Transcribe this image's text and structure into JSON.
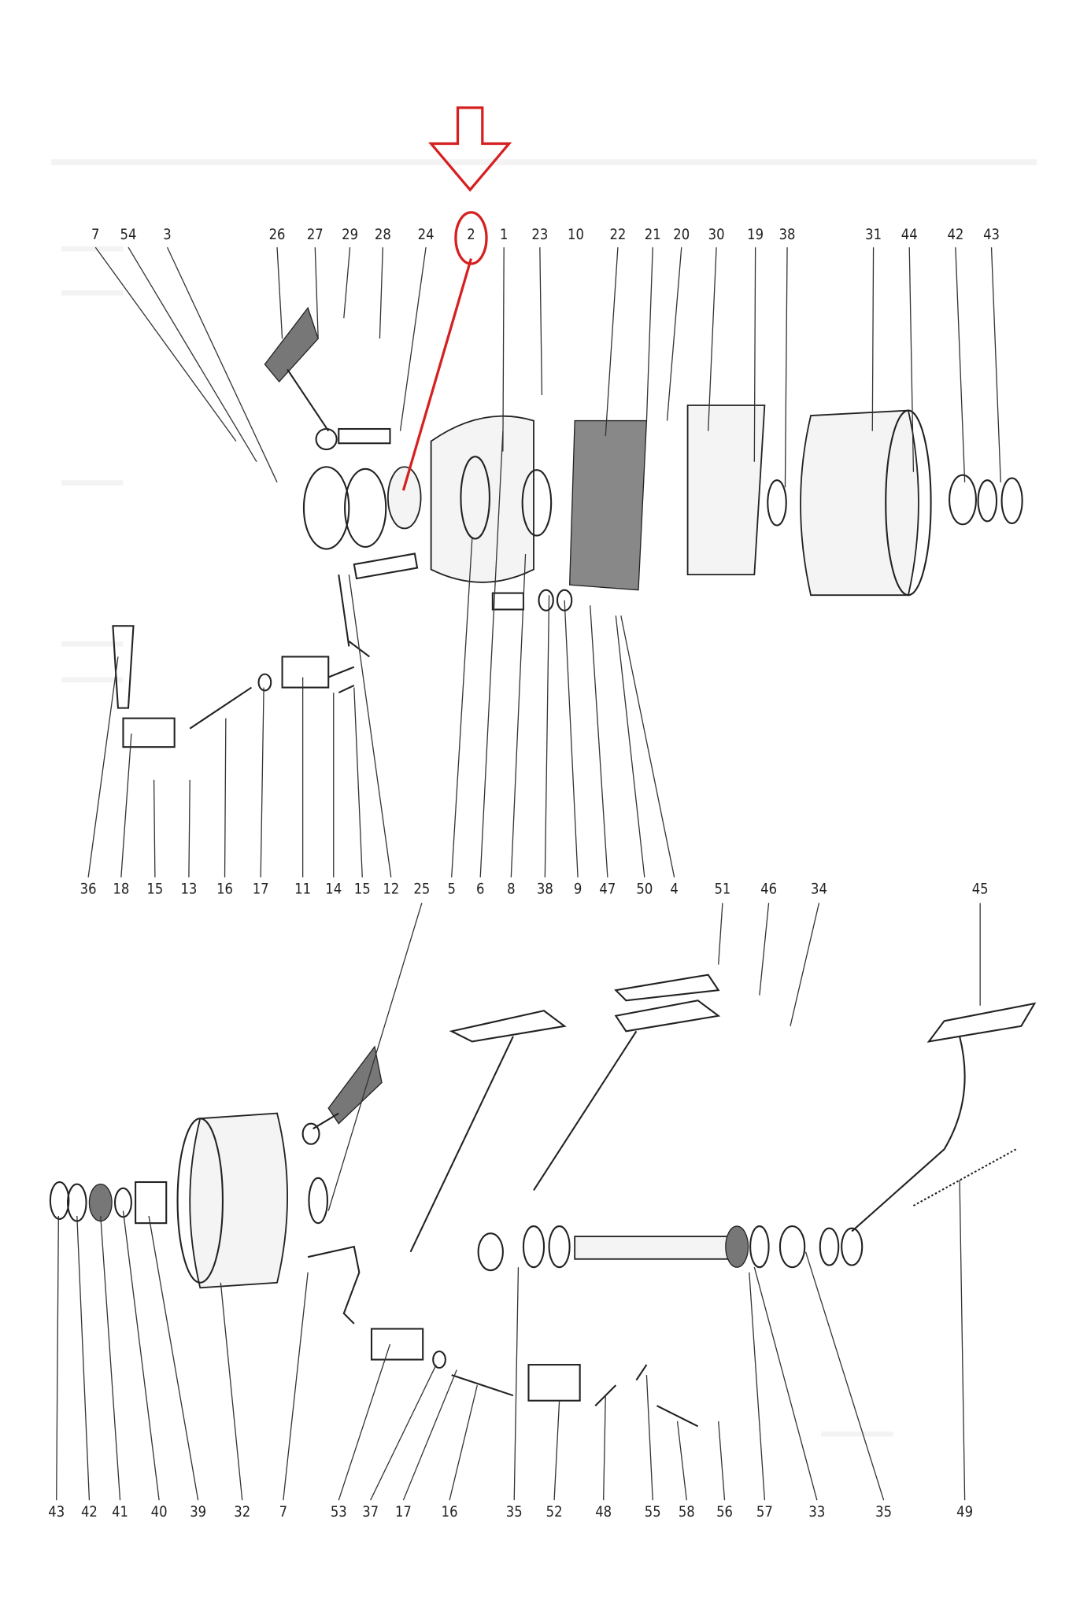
{
  "title": "Exploded parts diagram - brake and pedal assembly",
  "highlight": {
    "part": "2",
    "color": "#d62020"
  },
  "labels": {
    "top_row": [
      "7",
      "54",
      "3",
      "26",
      "27",
      "29",
      "28",
      "24",
      "2",
      "1",
      "23",
      "10",
      "22",
      "21",
      "20",
      "30",
      "19",
      "38",
      "31",
      "44",
      "42",
      "43"
    ],
    "middle_row": [
      "36",
      "18",
      "15",
      "13",
      "16",
      "17",
      "11",
      "14",
      "15",
      "12",
      "25",
      "5",
      "6",
      "8",
      "38",
      "9",
      "47",
      "50",
      "4",
      "51",
      "46",
      "34",
      "45"
    ],
    "bottom_row": [
      "43",
      "42",
      "41",
      "40",
      "39",
      "32",
      "7",
      "53",
      "37",
      "17",
      "16",
      "35",
      "52",
      "48",
      "55",
      "58",
      "56",
      "57",
      "33",
      "35",
      "49"
    ]
  }
}
